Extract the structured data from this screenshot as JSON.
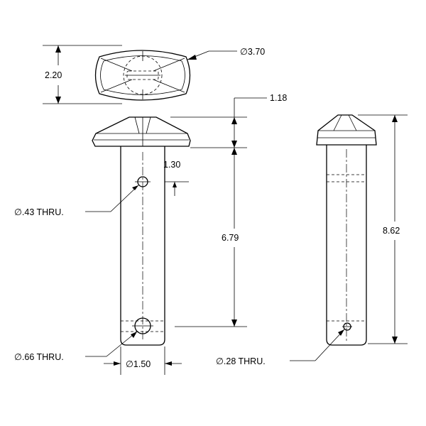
{
  "dimensions": {
    "top_width_label": "2.20",
    "head_diameter_label": "∅3.70",
    "head_height_label": "1.18",
    "hole1_offset_label": "1.30",
    "hole1_diameter_label": "∅.43 THRU.",
    "shaft_length_label": "6.79",
    "hole2_diameter_label": "∅.66 THRU.",
    "shaft_diameter_label": "∅1.50",
    "overall_length_label": "8.62",
    "side_hole_diameter_label": "∅.28 THRU."
  }
}
